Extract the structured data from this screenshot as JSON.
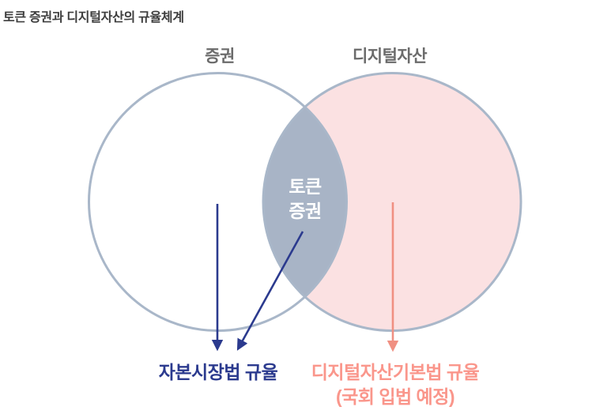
{
  "title": "토큰 증권과 디지털자산의 규율체계",
  "diagram": {
    "type": "venn",
    "left_circle": {
      "label": "증권",
      "fill": "#ffffff",
      "stroke": "#a9b7c9"
    },
    "right_circle": {
      "label": "디지털자산",
      "fill": "#fbe1e2",
      "stroke": "#a9b7c9"
    },
    "overlap": {
      "label_line1": "토큰",
      "label_line2": "증권",
      "fill": "#a8b4c6",
      "text_color": "#ffffff"
    },
    "left_result": {
      "label": "자본시장법 규율",
      "color": "#2b3a8e",
      "arrow_color": "#2b3a8e",
      "arrow_sources": [
        "securities-circle",
        "overlap-region"
      ]
    },
    "right_result": {
      "label_line1": "디지털자산기본법 규율",
      "label_line2": "(국회 입법 예정)",
      "color": "#fa968b",
      "arrow_color": "#f09082",
      "arrow_sources": [
        "digital-asset-circle"
      ]
    }
  }
}
